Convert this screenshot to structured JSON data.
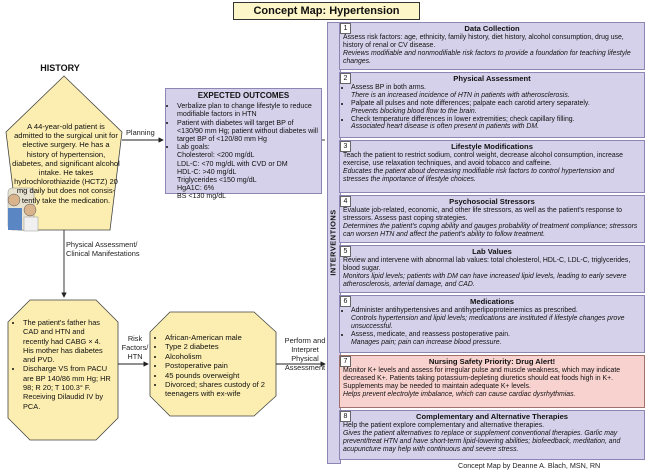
{
  "title": "Concept Map: Hypertension",
  "history": {
    "label": "HISTORY",
    "text": "A 44-year-old patient is admitted to the surgical unit for elective surgery. He has a history of hypertension, diabetes, and significant alcohol intake. He takes hydrochlorothiazide (HCTZ) 20 mg daily but does not consis-tently take the medication."
  },
  "edges": {
    "planning": "Planning",
    "assessment": "Physical Assessment/ Clinical Manifestations",
    "risk": "Risk Factors/ HTN",
    "perform": "Perform and Interpret Physical Assessment"
  },
  "outcomes": {
    "title": "EXPECTED OUTCOMES",
    "items": [
      "Verbalize plan to change lifestyle to reduce modifiable factors in HTN",
      "Patient with diabetes will target BP of <130/90 mm Hg; patient without diabetes will target BP of <120/80 mm Hg",
      "Lab goals:"
    ],
    "lab_goals": [
      "Cholesterol: <200 mg/dL",
      "LDL-C: <70 mg/dL with CVD or DM",
      "HDL-C: >40 mg/dL",
      "Triglycerides <150 mg/dL",
      "HgA1C: 6%",
      "BS <130 mg/dL"
    ]
  },
  "clinical": [
    "The patient's father has CAD and HTN and recently had CABG × 4. His mother has diabetes and PVD.",
    "Discharge VS from PACU are BP 140/86 mm Hg; HR 98; R 20; T 100.3° F. Receiving Dilaudid IV by PCA."
  ],
  "risk_factors": [
    "African-American male",
    "Type 2 diabetes",
    "Alcoholism",
    "Postoperative pain",
    "45 pounds overweight",
    "Divorced; shares custody of 2 teenagers with ex-wife"
  ],
  "interventions_label": "INTERVENTIONS",
  "interventions": [
    {
      "num": "1",
      "title": "Data Collection",
      "body": "Assess risk factors: age, ethnicity, family history, diet history, alcohol consumption, drug use, history of renal or CV disease.",
      "rationale": "Reviews modifiable and nonmodifiable risk factors to provide a foundation for teaching lifestyle changes."
    },
    {
      "num": "2",
      "title": "Physical Assessment",
      "b1": "Assess BP in both arms.",
      "r1": "There is an increased incidence of HTN in patients with atherosclerosis.",
      "b2": "Palpate all pulses and note differences; palpate each carotid artery separately.",
      "r2": "Prevents blocking blood flow to the brain.",
      "b3": "Check temperature differences in lower extremities; check capillary filling.",
      "r3": "Associated heart disease is often present in patients with DM."
    },
    {
      "num": "3",
      "title": "Lifestyle Modifications",
      "body": "Teach the patient to restrict sodium, control weight, decrease alcohol consumption, increase exercise, use relaxation techniques, and avoid tobacco and caffeine.",
      "rationale": "Educates the patient about decreasing modifiable risk factors to control hypertension and stresses the importance of lifestyle choices."
    },
    {
      "num": "4",
      "title": "Psychosocial Stressors",
      "body": "Evaluate job-related, economic, and other life stressors, as well as the patient's response to stressors. Assess past coping strategies.",
      "rationale": "Determines the patient's coping ability and gauges probability of treatment compliance; stressors can worsen HTN and affect the patient's ability to follow treatment."
    },
    {
      "num": "5",
      "title": "Lab Values",
      "body": "Review and intervene with abnormal lab values: total cholesterol, HDL-C, LDL-C, triglycerides, blood sugar.",
      "rationale": "Monitors lipid levels; patients with DM can have increased lipid levels, leading to early severe atherosclerosis, arterial damage, and CAD."
    },
    {
      "num": "6",
      "title": "Medications",
      "b1": "Administer antihypertensives and antihyperlipoproteinemics as prescribed.",
      "r1": "Controls hypertension and lipid levels; medications are instituted if lifestyle changes prove unsuccessful.",
      "b2": "Assess, medicate, and reassess postoperative pain.",
      "r2": "Manages pain; pain can increase blood pressure."
    },
    {
      "num": "7",
      "title": "Nursing Safety Priority: Drug Alert!",
      "body": "Monitor K+ levels and assess for irregular pulse and muscle weakness, which may indicate decreased K+. Patients taking potassium-depleting diuretics should eat foods high in K+. Supplements may be needed to maintain adequate K+ levels.",
      "rationale": "Helps prevent electrolyte imbalance, which can cause cardiac dysrhythmias."
    },
    {
      "num": "8",
      "title": "Complementary and Alternative Therapies",
      "body": "Help the patient explore complementary and alternative therapies.",
      "rationale": "Gives the patient alternatives to replace or supplement conventional therapies. Garlic may prevent/treat HTN and have short-term lipid-lowering abilities; biofeedback, meditation, and acupuncture may help with continuous and severe stress."
    }
  ],
  "credit": "Concept Map by Deanne A. Blach, MSN, RN",
  "colors": {
    "yellow": "#fbeeb0",
    "purple": "#d6d1ea",
    "alert": "#f8d2cf",
    "title_bg": "#fdf6c8"
  }
}
